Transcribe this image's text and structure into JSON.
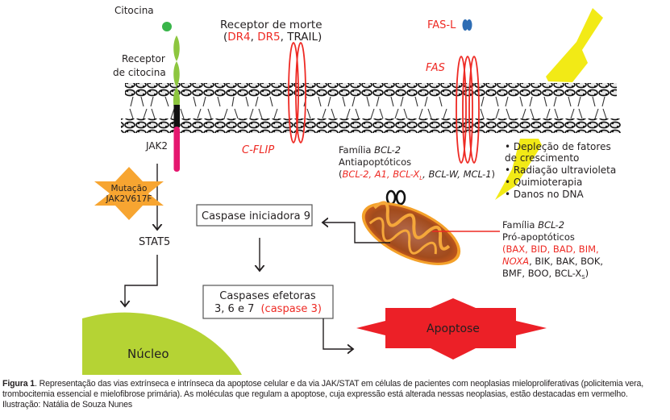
{
  "figure": {
    "labels": {
      "citocina": "Citocina",
      "receptor_citocina_1": "Receptor",
      "receptor_citocina_2": "de citocina",
      "jak2": "JAK2",
      "mutacao_1": "Mutação",
      "mutacao_2": "JAK2V617F",
      "stat5": "STAT5",
      "nucleo": "Núcleo",
      "receptor_morte_title": "Receptor de morte",
      "receptor_morte_open": "(",
      "dr4": "DR4",
      "comma1": ", ",
      "dr5": "DR5",
      "trail": ", TRAIL)",
      "c_flip": "C-FLIP",
      "fas_l": "FAS-L",
      "fas": "FAS",
      "caspase_iniciadora": "Caspase iniciadora 9",
      "caspases_efetoras_1": "Caspases efetoras",
      "caspases_efetoras_2a": "3, 6 e 7 ",
      "caspases_efetoras_2b": "(caspase 3)",
      "apoptose": "Apoptose"
    },
    "anti": {
      "line1a": "Família ",
      "line1b": "BCL-2",
      "line2": "Antiapoptóticos",
      "open": "(",
      "red1": "BCL-2, A1, BCL-X",
      "sub": "L",
      "rest": ", BCL-W, MCL-1",
      "close": ")"
    },
    "pro": {
      "line1a": "Família ",
      "line1b": "BCL-2",
      "line2": "Pró-apoptóticos",
      "line3": "(BAX, BID, BAD, BIM,",
      "line4a": "NOXA",
      "line4b": ", BIK, BAK, BOK,",
      "line5a": "BMF, BOO, BCL-X",
      "line5sub": "S",
      "line5b": ")"
    },
    "stimuli": [
      "• Depleção de fatores",
      "de crescimento",
      "• Radiação ultravioleta",
      "• Quimioterapia",
      "• Danos no DNA"
    ],
    "colors": {
      "red": "#ee2a24",
      "green": "#8dc63f",
      "cytokine": "#39b54a",
      "magenta": "#e5176f",
      "orange": "#f7a531",
      "yellow": "#f2ea16",
      "nucleus": "#b5d334",
      "blue": "#2e6db4",
      "apoptose": "#ec2027"
    }
  },
  "caption": {
    "bold": "Figura 1",
    "line1": ". Representação das vias extrínseca e intrínseca da apoptose celular e da via JAK/STAT em células de pacientes com neoplasias mieloproliferativas (policitemia vera,",
    "line2": "trombocitemia essencial e mielofibrose primária). As moléculas que regulam a apoptose, cuja expressão está alterada nessas neoplasias, estão destacadas em vermelho.",
    "line3": "Ilustração: Natália de Souza Nunes"
  }
}
